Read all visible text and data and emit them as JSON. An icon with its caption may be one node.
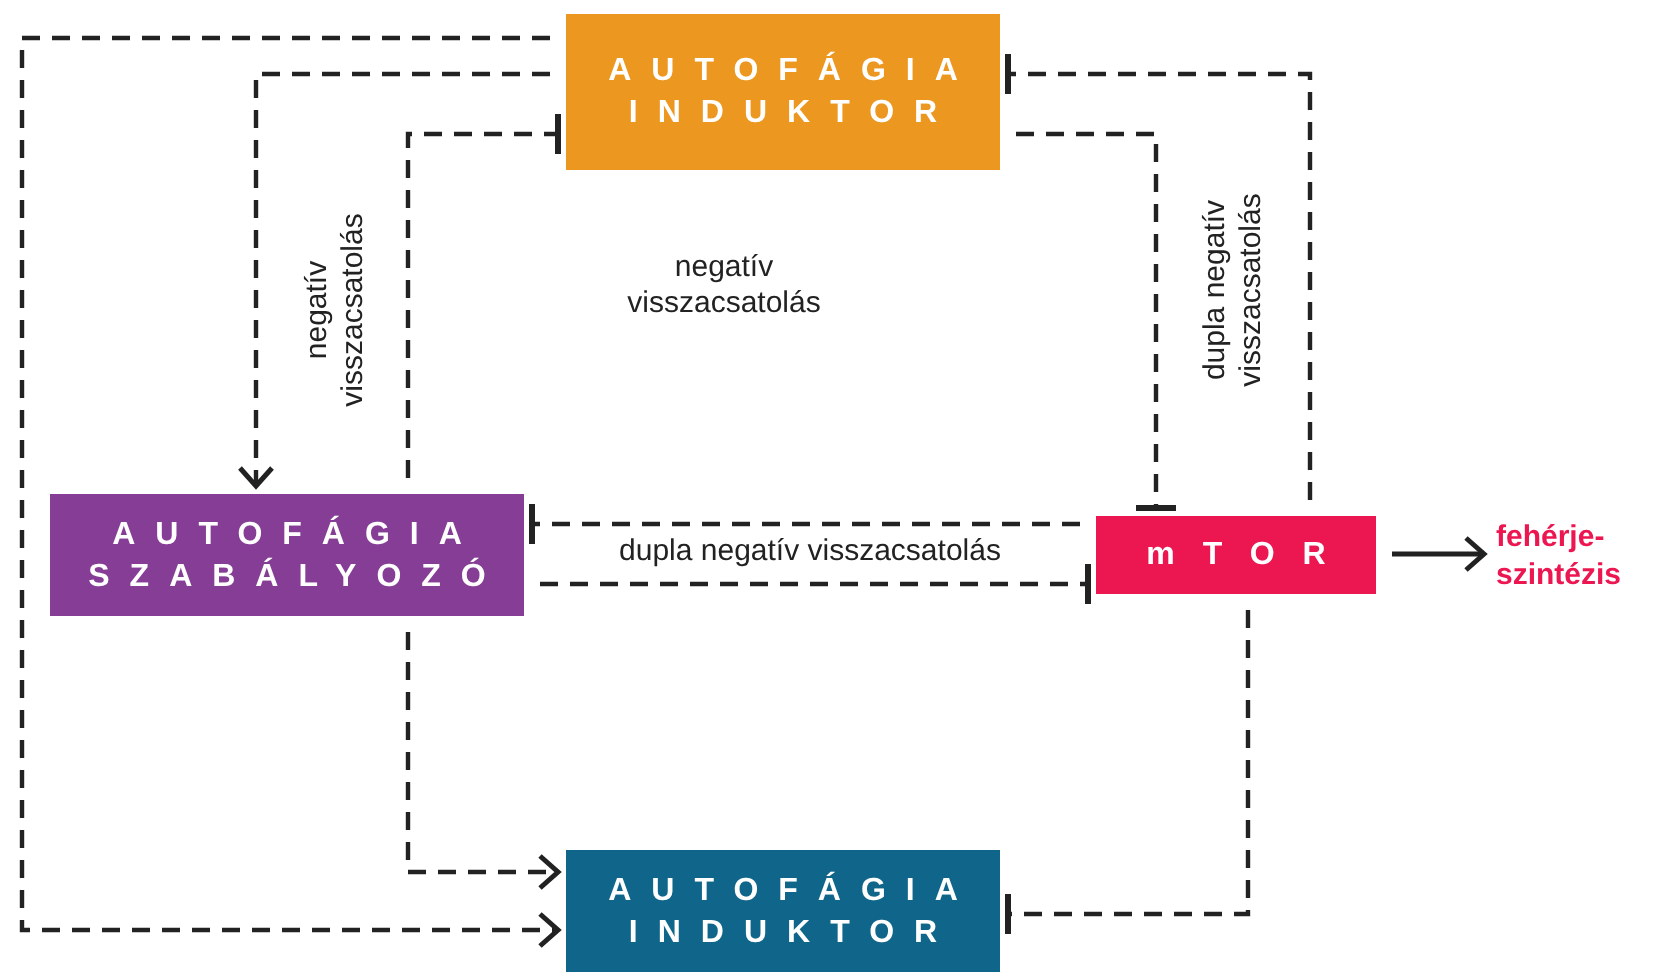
{
  "diagram": {
    "nodes": [
      {
        "text": [
          "AUTOFÁGIA INDUKTOR"
        ]
      },
      {
        "text": [
          "AUTOFÁGIA SZABÁLYOZÓ"
        ]
      },
      {
        "text": [
          "mTOR"
        ]
      },
      {
        "text": [
          "fehérje- szintézis"
        ]
      },
      {
        "text": [
          "AUTOFÁGIA INDUKTOR"
        ]
      }
    ],
    "edges": [
      {
        "from": 0,
        "to": 4,
        "arrow": "to",
        "style": "dashed"
      },
      {
        "from": 0,
        "to": 1,
        "arrow": "to",
        "style": "dashed"
      },
      {
        "from": 1,
        "to": 0,
        "arrow": "other",
        "style": "dashed"
      },
      {
        "from": 0,
        "to": 2,
        "arrow": "other",
        "style": "dashed"
      },
      {
        "from": 2,
        "to": 0,
        "arrow": "other",
        "style": "dashed"
      },
      {
        "from": 2,
        "to": 1,
        "arrow": "other",
        "style": "dashed"
      },
      {
        "from": 1,
        "to": 2,
        "arrow": "other",
        "style": "dashed"
      },
      {
        "from": 1,
        "to": 4,
        "arrow": "to",
        "style": "dashed"
      },
      {
        "from": 2,
        "to": 4,
        "arrow": "other",
        "style": "dashed"
      },
      {
        "from": 2,
        "to": 3,
        "arrow": "to"
      }
    ],
    "labels": [
      "negatív visszacsatolás",
      "negatív visszacsatolás",
      "dupla negatív visszacsatolás",
      "dupla negatív visszacsatolás"
    ]
  }
}
